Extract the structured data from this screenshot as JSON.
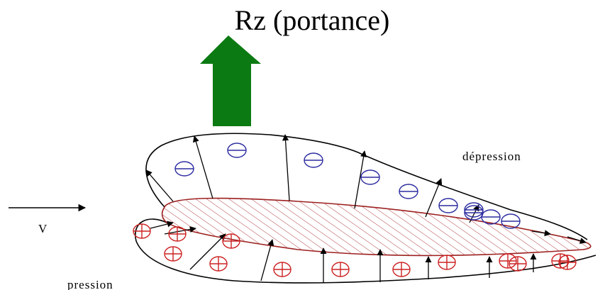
{
  "title": "Rz (portance)",
  "labels": {
    "depression": "dépression",
    "pression": "pression",
    "velocity": "V"
  },
  "markers": {
    "minus_count": 10,
    "plus_count": 13,
    "minus_color": "#2b2ba0",
    "plus_color": "#cc2222"
  },
  "colors": {
    "lift_arrow": "#0b7a12",
    "airfoil_outline": "#9c1f1f",
    "hatch": "#b04040",
    "envelope": "#000000"
  }
}
